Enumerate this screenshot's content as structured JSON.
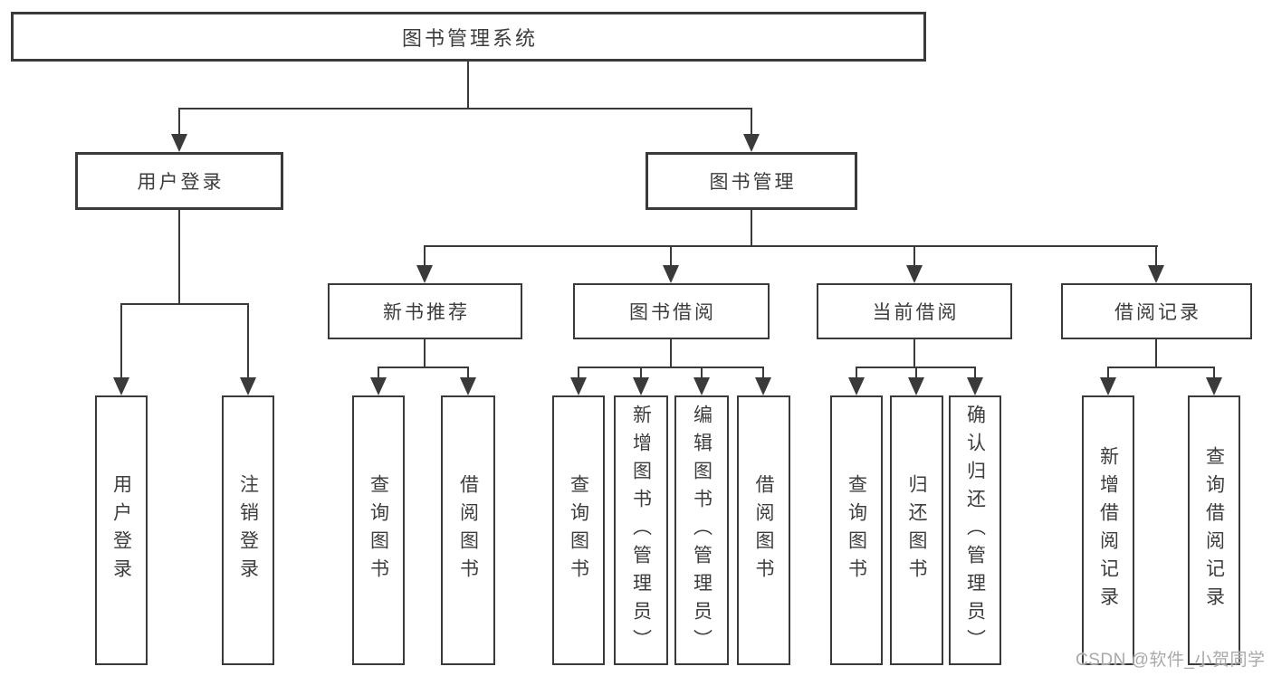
{
  "diagram_title": "图书管理系统",
  "nodes": {
    "root": "图书管理系统",
    "l2": [
      "用户登录",
      "图书管理"
    ],
    "l3": [
      "新书推荐",
      "图书借阅",
      "当前借阅",
      "借阅记录"
    ],
    "l4g1": [
      "用户登录",
      "注销登录"
    ],
    "l4g2": [
      "查询图书",
      "借阅图书"
    ],
    "l4g3": [
      "查询图书",
      "新增图书（管理员）",
      "编辑图书（管理员）",
      "借阅图书"
    ],
    "l4g4": [
      "查询图书",
      "归还图书",
      "确认归还（管理员）"
    ],
    "l4g5": [
      "新增借阅记录",
      "查询借阅记录"
    ]
  },
  "hierarchy": {
    "图书管理系统": {
      "用户登录": [
        "用户登录",
        "注销登录"
      ],
      "图书管理": {
        "新书推荐": [
          "查询图书",
          "借阅图书"
        ],
        "图书借阅": [
          "查询图书",
          "新增图书（管理员）",
          "编辑图书（管理员）",
          "借阅图书"
        ],
        "当前借阅": [
          "查询图书",
          "归还图书",
          "确认归还（管理员）"
        ],
        "借阅记录": [
          "新增借阅记录",
          "查询借阅记录"
        ]
      }
    }
  },
  "watermark": {
    "text": "CSDN @软件_小贺同学"
  },
  "colors": {
    "line": "#3a3a3a",
    "text": "#3d3d3d",
    "box_fill": "#ffffff",
    "background": "#ffffff",
    "watermark": "#a9a9a9"
  }
}
